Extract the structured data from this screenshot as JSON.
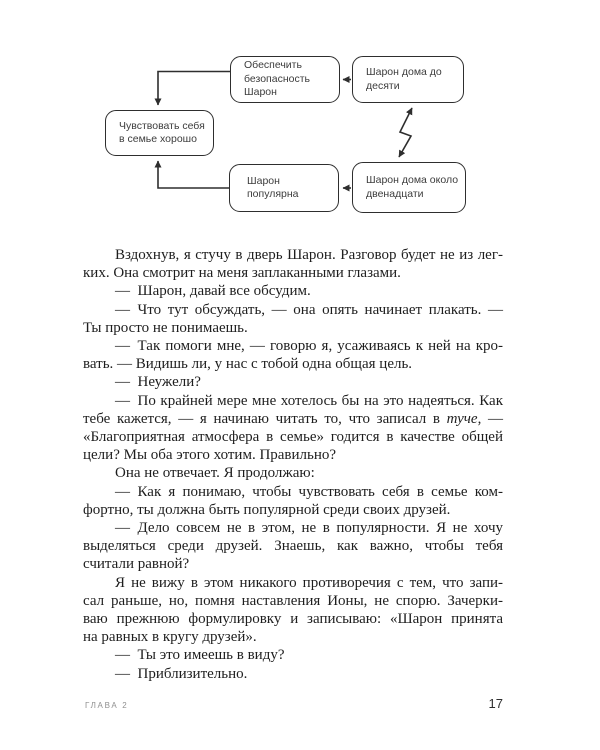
{
  "colors": {
    "ink": "#2e2e2e",
    "text": "#1e1e1e",
    "muted": "#8f8f8f"
  },
  "diagram": {
    "boxes": {
      "secure": "Обеспечить безопасность Шарон",
      "home10": "Шарон дома до десяти",
      "goal": "Чувствовать себя в семье хорошо",
      "popular": "Шарон популярна",
      "home12": "Шарон дома около двенадцати"
    }
  },
  "body": {
    "paragraphs": [
      {
        "lines": [
          "Вздохнув, я стучу в дверь Шарон. Разговор будет не из лег-",
          "ких. Она смотрит на меня заплаканными глазами."
        ]
      },
      {
        "lines": [
          "— Шарон, давай все обсудим."
        ]
      },
      {
        "lines": [
          "— Что тут обсуждать, — она опять начинает плакать. —",
          "Ты просто не понимаешь."
        ]
      },
      {
        "lines": [
          "— Так помоги мне, — говорю я, усаживаясь к ней на кро-",
          "вать. — Видишь ли, у нас с тобой одна общая цель."
        ]
      },
      {
        "lines": [
          "— Неужели?"
        ]
      },
      {
        "lines": [
          "— По крайней мере мне хотелось бы на это надеяться. Как",
          [
            {
              "t": "тебе кажется, — я начинаю читать то, что записал в "
            },
            {
              "t": "туче",
              "i": true
            },
            {
              "t": ", —"
            }
          ],
          "«Благоприятная атмосфера в семье» годится в качестве общей",
          "цели? Мы оба этого хотим. Правильно?"
        ]
      },
      {
        "lines": [
          "Она не отвечает. Я продолжаю:"
        ]
      },
      {
        "lines": [
          "— Как я понимаю, чтобы чувствовать себя в семье ком-",
          "фортно, ты должна быть популярной среди своих друзей."
        ]
      },
      {
        "lines": [
          "— Дело совсем не в этом, не в популярности. Я не хочу",
          "выделяться среди друзей. Знаешь, как важно, чтобы тебя",
          "считали равной?"
        ]
      },
      {
        "lines": [
          "Я не вижу в этом никакого противоречия с тем, что запи-",
          "сал раньше, но, помня наставления Ионы, не спорю. Зачерки-",
          "ваю прежнюю формулировку и записываю: «Шарон принята",
          "на равных в кругу друзей»."
        ]
      },
      {
        "lines": [
          "— Ты это имеешь в виду?"
        ]
      },
      {
        "lines": [
          "— Приблизительно."
        ]
      }
    ]
  },
  "footer": {
    "chapter": "ГЛАВА 2",
    "page": "17"
  }
}
